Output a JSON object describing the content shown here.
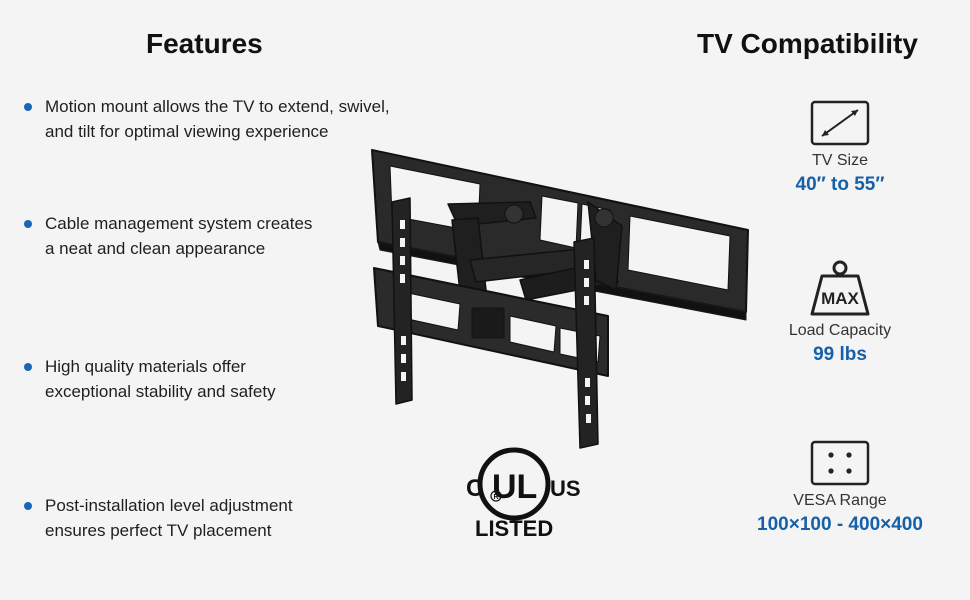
{
  "features": {
    "title": "Features",
    "items": [
      {
        "lines": [
          "Motion mount allows the TV to extend, swivel,",
          "and tilt for optimal viewing experience"
        ]
      },
      {
        "lines": [
          "Cable management system creates",
          "a neat and clean appearance"
        ]
      },
      {
        "lines": [
          "High quality materials offer",
          "exceptional stability and safety"
        ]
      },
      {
        "lines": [
          "Post-installation level adjustment",
          "ensures perfect TV placement"
        ]
      }
    ]
  },
  "compatibility": {
    "title": "TV Compatibility",
    "specs": [
      {
        "icon": "tv-size-icon",
        "label": "TV Size",
        "value": "40″ to 55″"
      },
      {
        "icon": "max-weight-icon",
        "label": "Load Capacity",
        "value": "99 lbs",
        "icon_text": "MAX"
      },
      {
        "icon": "vesa-pattern-icon",
        "label": "VESA Range",
        "value": "100×100 - 400×400"
      }
    ]
  },
  "certification": {
    "left": "C",
    "center": "UL",
    "right": "US",
    "registered": "R",
    "bottom": "LISTED"
  },
  "colors": {
    "accent": "#1560a8",
    "bullet": "#1967b3",
    "background": "#f4f4f4",
    "mount": "#1b1b1b"
  }
}
